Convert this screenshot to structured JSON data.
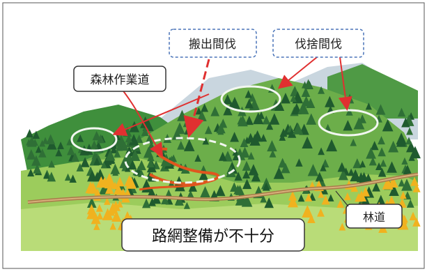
{
  "labels": {
    "hanshutsu_kanbatsu": "搬出間伐",
    "kirisute_kanbatsu": "伐捨間伐",
    "shinrin_sagyoudou": "森林作業道",
    "rindou": "林道",
    "romou_seibi": "路網整備が不十分"
  },
  "colors": {
    "sky": "#ffffff",
    "mountain_far": "#c9d6df",
    "hill_dark": "#3f8f3c",
    "hill_mid": "#6cae4a",
    "hill_light": "#9ccc5c",
    "field": "#b9dc78",
    "tree_dark": "#1f5a2e",
    "tree_mid": "#2f6f36",
    "tree_yellow": "#f0b21f",
    "road_brown": "#a87a4a",
    "arrow_red": "#e03030",
    "path_orange": "#e0561e",
    "circle_white": "#f2f7f0",
    "dashed_blue": "#4a74b8",
    "label_border": "#333333"
  }
}
